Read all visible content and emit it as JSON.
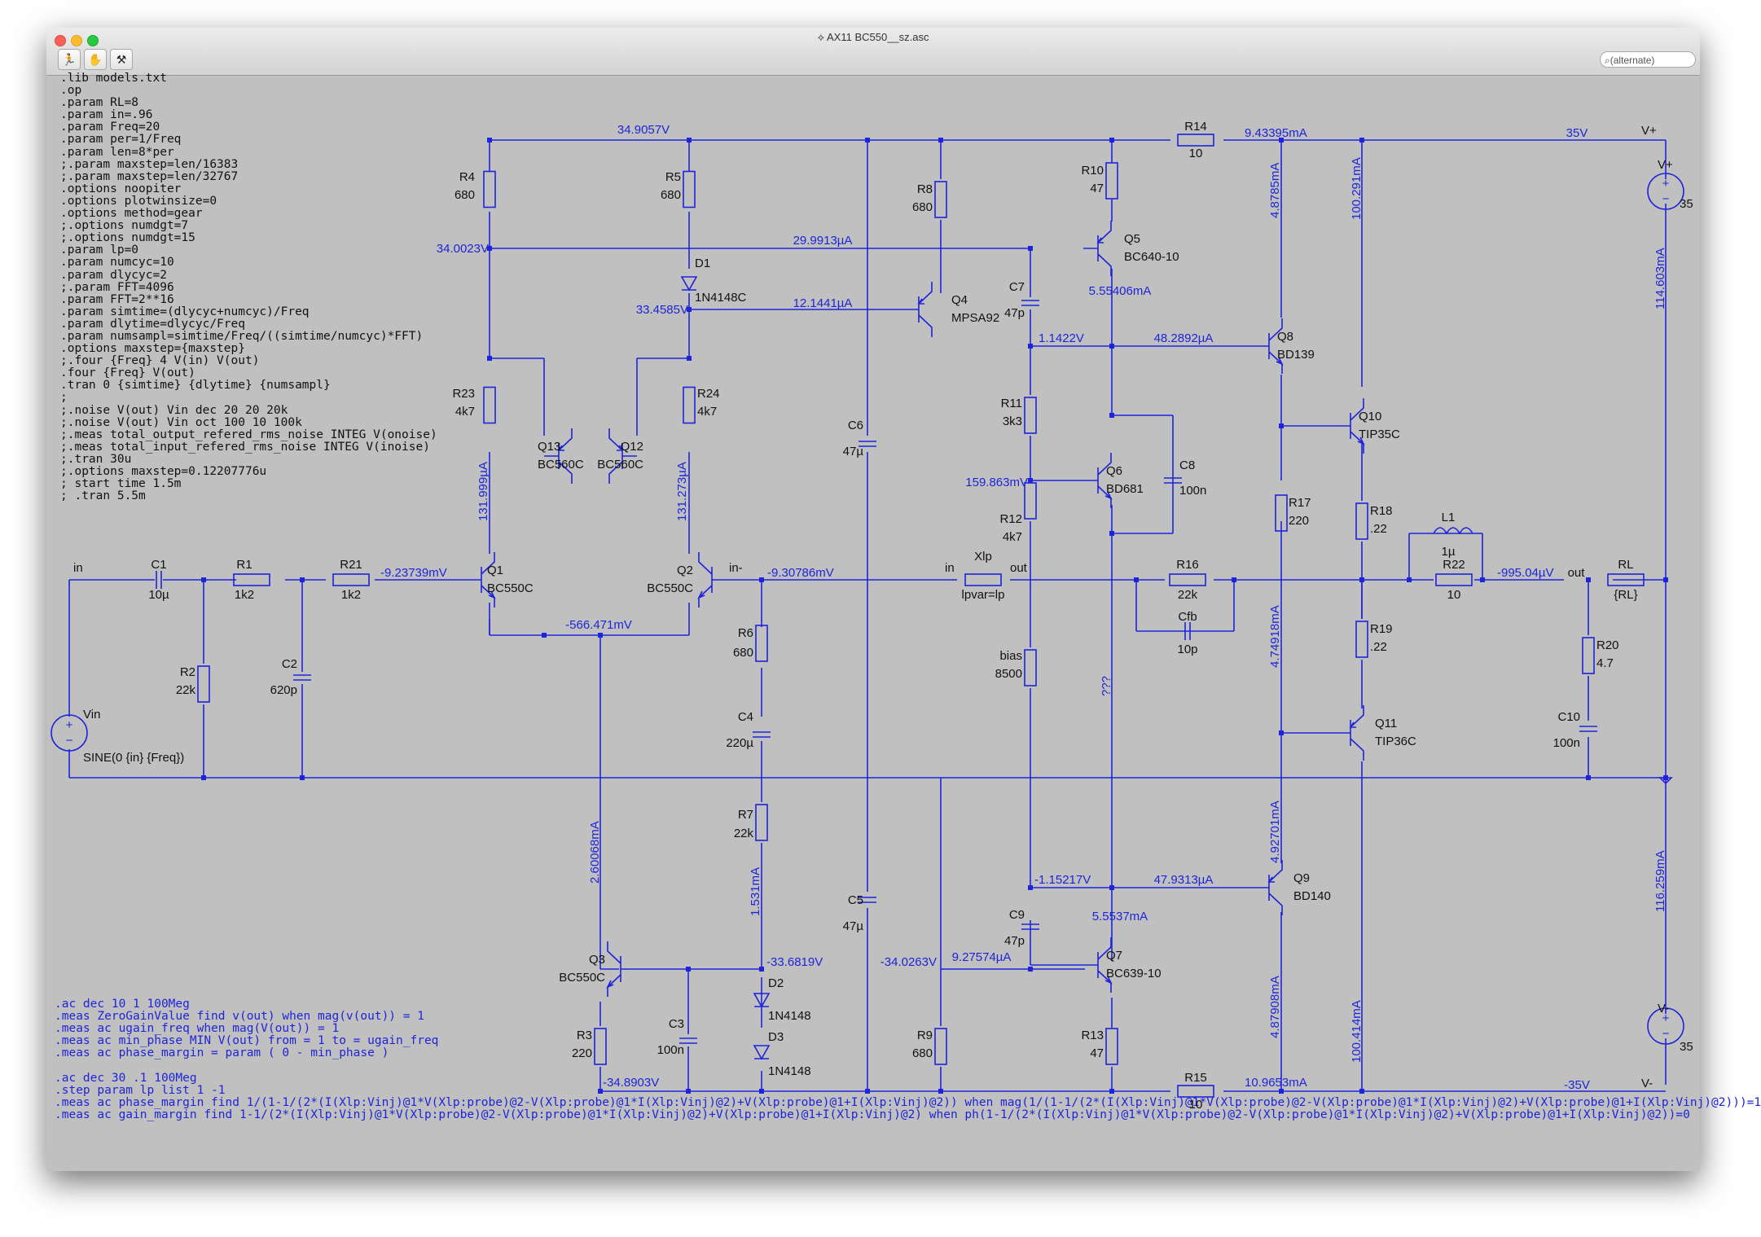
{
  "window": {
    "title": "AX11 BC550__sz.asc",
    "search_placeholder": "(alternate)",
    "toolbar": [
      "run-icon",
      "halt-icon",
      "control-panel-icon"
    ]
  },
  "netlist_left": [
    ".lib models.txt",
    ".op",
    ".param RL=8",
    ".param in=.96",
    ".param Freq=20",
    ".param per=1/Freq",
    ".param len=8*per",
    ";.param maxstep=len/16383",
    ";.param maxstep=len/32767",
    ".options noopiter",
    ".options plotwinsize=0",
    ".options method=gear",
    ";.options numdgt=7",
    ";.options numdgt=15",
    ".param lp=0",
    ".param numcyc=10",
    ".param dlycyc=2",
    ";.param FFT=4096",
    ".param FFT=2**16",
    ".param simtime=(dlycyc+numcyc)/Freq",
    ".param dlytime=dlycyc/Freq",
    ".param numsampl=simtime/Freq/((simtime/numcyc)*FFT)",
    ".options maxstep={maxstep}",
    ";.four {Freq} 4 V(in) V(out)",
    ".four {Freq} V(out)",
    ".tran 0 {simtime} {dlytime} {numsampl}",
    ";",
    ";.noise V(out) Vin dec 20 20 20k",
    ";.noise V(out) Vin oct 100 10 100k",
    ";.meas total_output_refered_rms_noise INTEG V(onoise)",
    ";.meas total_input_refered_rms_noise INTEG V(inoise)",
    ";.tran 30u",
    ";.options maxstep=0.12207776u",
    "; start time 1.5m",
    "; .tran 5.5m"
  ],
  "netlist_blue": [
    ".ac dec 10 1 100Meg",
    ".meas ZeroGainValue find v(out) when mag(v(out)) = 1",
    ".meas ac ugain_freq when mag(V(out)) = 1",
    ".meas ac min_phase MIN V(out) from = 1 to = ugain_freq",
    ".meas ac phase_margin = param ( 0 - min_phase )",
    "",
    ".ac dec 30 .1 100Meg",
    ".step param lp list 1 -1",
    ".meas ac phase_margin find 1/(1-1/(2*(I(Xlp:Vinj)@1*V(Xlp:probe)@2-V(Xlp:probe)@1*I(Xlp:Vinj)@2)+V(Xlp:probe)@1+I(Xlp:Vinj)@2)) when mag(1/(1-1/(2*(I(Xlp:Vinj)@1*V(Xlp:probe)@2-V(Xlp:probe)@1*I(Xlp:Vinj)@2)+V(Xlp:probe)@1+I(Xlp:Vinj)@2)))=1",
    ".meas ac gain_margin find 1-1/(2*(I(Xlp:Vinj)@1*V(Xlp:probe)@2-V(Xlp:probe)@1*I(Xlp:Vinj)@2)+V(Xlp:probe)@1+I(Xlp:Vinj)@2) when ph(1-1/(2*(I(Xlp:Vinj)@1*V(Xlp:probe)@2-V(Xlp:probe)@1*I(Xlp:Vinj)@2)+V(Xlp:probe)@1+I(Xlp:Vinj)@2))=0"
  ],
  "components": {
    "R1": [
      "R1",
      "1k2"
    ],
    "R2": [
      "R2",
      "22k"
    ],
    "R3": [
      "R3",
      "220"
    ],
    "R4": [
      "R4",
      "680"
    ],
    "R5": [
      "R5",
      "680"
    ],
    "R6": [
      "R6",
      "680"
    ],
    "R7": [
      "R7",
      "22k"
    ],
    "R8": [
      "R8",
      "680"
    ],
    "R9": [
      "R9",
      "680"
    ],
    "R10": [
      "R10",
      "47"
    ],
    "R11": [
      "R11",
      "3k3"
    ],
    "R12": [
      "R12",
      "4k7"
    ],
    "R13": [
      "R13",
      "47"
    ],
    "R14": [
      "R14",
      "10"
    ],
    "R15": [
      "R15",
      "10"
    ],
    "R16": [
      "R16",
      "22k"
    ],
    "R17": [
      "R17",
      "220"
    ],
    "R18": [
      "R18",
      ".22"
    ],
    "R19": [
      "R19",
      ".22"
    ],
    "R20": [
      "R20",
      "4.7"
    ],
    "R21": [
      "R21",
      "1k2"
    ],
    "R22": [
      "R22",
      "10"
    ],
    "R23": [
      "R23",
      "4k7"
    ],
    "R24": [
      "R24",
      "4k7"
    ],
    "bias": [
      "bias",
      "8500"
    ],
    "RL": [
      "RL",
      "{RL}"
    ],
    "C1": [
      "C1",
      "10µ"
    ],
    "C2": [
      "C2",
      "620p"
    ],
    "C3": [
      "C3",
      "100n"
    ],
    "C4": [
      "C4",
      "220µ"
    ],
    "C5": [
      "C5",
      "47µ"
    ],
    "C6": [
      "C6",
      "47µ"
    ],
    "C7": [
      "C7",
      "47p"
    ],
    "C8": [
      "C8",
      "100n"
    ],
    "C9": [
      "C9",
      "47p"
    ],
    "C10": [
      "C10",
      "100n"
    ],
    "Cfb": [
      "Cfb",
      "10p"
    ],
    "L1": [
      "L1",
      "1µ"
    ],
    "D1": [
      "D1",
      "1N4148C"
    ],
    "D2": [
      "D2",
      "1N4148"
    ],
    "D3": [
      "D3",
      "1N4148"
    ],
    "Q1": [
      "Q1",
      "BC550C"
    ],
    "Q2": [
      "Q2",
      "BC550C"
    ],
    "Q3": [
      "Q3",
      "BC550C"
    ],
    "Q4": [
      "Q4",
      "MPSA92"
    ],
    "Q5": [
      "Q5",
      "BC640-10"
    ],
    "Q6": [
      "Q6",
      "BD681"
    ],
    "Q7": [
      "Q7",
      "BC639-10"
    ],
    "Q8": [
      "Q8",
      "BD139"
    ],
    "Q9": [
      "Q9",
      "BD140"
    ],
    "Q10": [
      "Q10",
      "TIP35C"
    ],
    "Q11": [
      "Q11",
      "TIP36C"
    ],
    "Q12": [
      "Q12",
      "BC560C"
    ],
    "Q13": [
      "Q13",
      "BC560C"
    ],
    "Vin": [
      "Vin",
      "SINE(0 {in} {Freq})"
    ],
    "Vplus": [
      "V+",
      "35"
    ],
    "Vminus": [
      "V-",
      "35"
    ],
    "Xlp": [
      "Xlp",
      "lpvar=lp"
    ]
  },
  "nets": {
    "in": "in",
    "in_minus": "in-",
    "out": "out",
    "vplus": "V+",
    "vminus": "V-",
    "xlp_in": "in",
    "xlp_out": "out"
  },
  "annotations": {
    "v_34_9057": "34.9057V",
    "v_34_0023": "34.0023V",
    "v_33_4585": "33.4585V",
    "i_29_9913u": "29.9913µA",
    "i_12_1441u": "12.1441µA",
    "i_9_43395m": "9.43395mA",
    "v_35": "35V",
    "v_m35": "-35V",
    "i_4_8785m": "4.8785mA",
    "i_100_291m": "100.291mA",
    "i_114_603m": "114.603mA",
    "i_5_55406m": "5.55406mA",
    "v_1_1422": "1.1422V",
    "i_48_2892u": "48.2892µA",
    "i_159_863u": "159.863mV",
    "i_131_999u": "131.999µA",
    "i_131_273u": "131.273µA",
    "v_m9_23739m": "-9.23739mV",
    "v_m9_30786m": "-9.30786mV",
    "v_m566_471m": "-566.471mV",
    "v_m995_04u": "-995.04µV",
    "unknown": "???",
    "i_4_74918m": "4.74918mA",
    "i_4_92701m": "4.92701mA",
    "i_116_259m": "116.259mA",
    "v_m1_15217": "-1.15217V",
    "i_47_9313u": "47.9313µA",
    "i_5_5537m": "5.5537mA",
    "i_2_60068m": "2.60068mA",
    "i_1_531m": "1.531mA",
    "v_m33_6819": "-33.6819V",
    "v_m34_0263": "-34.0263V",
    "i_9_27574u": "9.27574µA",
    "v_m34_8903": "-34.8903V",
    "i_10_9653m": "10.9653mA",
    "i_4_87908m": "4.87908mA",
    "i_100_414m": "100.414mA"
  },
  "colors": {
    "wire": "#1e24d9",
    "canvas": "#c0c0c0",
    "text": "#111111"
  }
}
